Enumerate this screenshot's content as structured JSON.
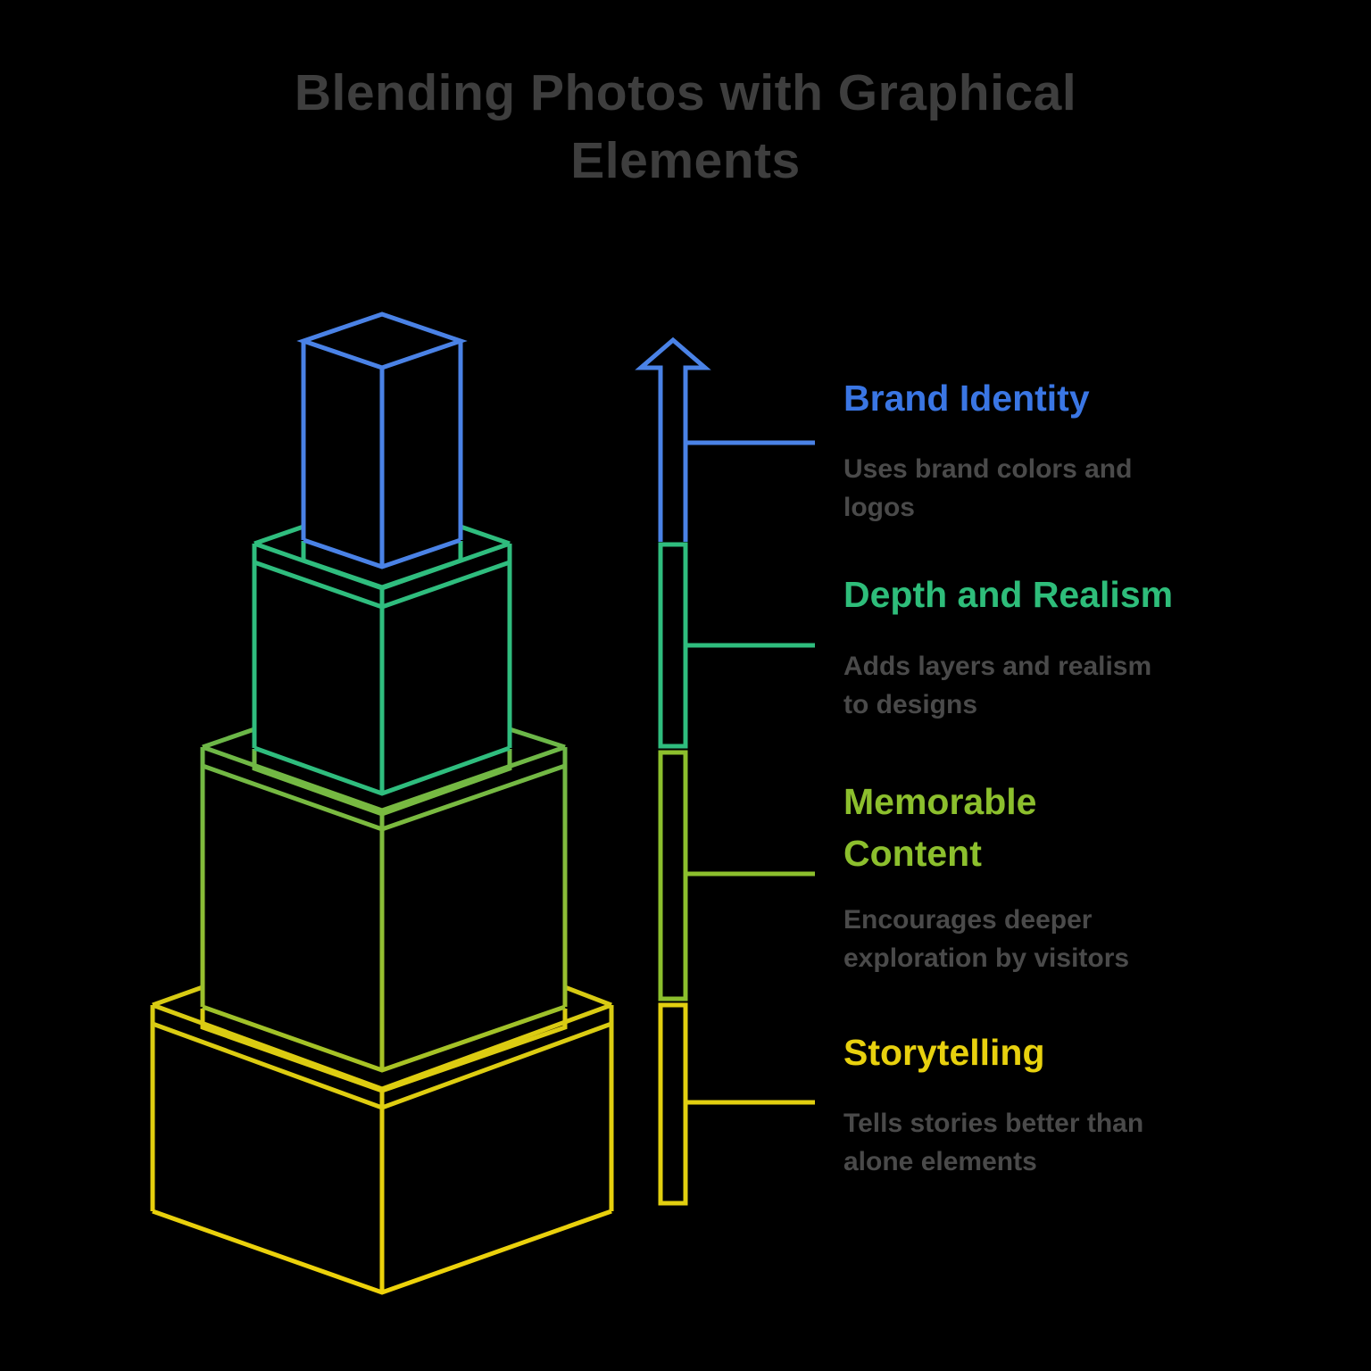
{
  "title": {
    "text": "Blending Photos with Graphical\nElements",
    "color": "#3e3e3e"
  },
  "description_text_color": "#4a4a4a",
  "background_color": "#000000",
  "items": [
    {
      "id": "brand-identity",
      "label": "Brand Identity",
      "description": "Uses brand colors and\nlogos",
      "text_color": "#3a76e4",
      "line_color": "#4a82e6"
    },
    {
      "id": "depth-and-realism",
      "label": "Depth and Realism",
      "description": "Adds layers and realism\nto designs",
      "text_color": "#2ebd7a",
      "line_color": "#2fbd7e"
    },
    {
      "id": "memorable-content",
      "label": "Memorable\nContent",
      "description": "Encourages deeper\nexploration by visitors",
      "text_color": "#8cbf2d",
      "line_color": "#8cbf2d",
      "box_gradient": [
        "#62b54e",
        "#a9c324"
      ]
    },
    {
      "id": "storytelling",
      "label": "Storytelling",
      "description": "Tells stories better than\nalone elements",
      "text_color": "#e8d10e",
      "line_color": "#e2cf10",
      "box_gradient": [
        "#d2c915",
        "#eed20a"
      ]
    }
  ]
}
